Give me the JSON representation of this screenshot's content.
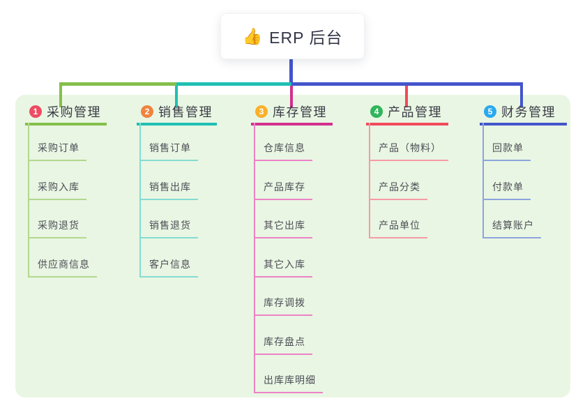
{
  "root": {
    "icon_glyph": "👍",
    "title": "ERP 后台"
  },
  "connector": {
    "trunk_color": "#4355cb"
  },
  "panel_color": "#e9f6e3",
  "branches": [
    {
      "badge": "1",
      "label": "采购管理",
      "badge_color": "#ee4c63",
      "line_color": "#85bf4b",
      "child_line_color": "#b2d88d",
      "children": [
        "采购订单",
        "采购入库",
        "采购退货",
        "供应商信息"
      ]
    },
    {
      "badge": "2",
      "label": "销售管理",
      "badge_color": "#f0833f",
      "line_color": "#1fbfb2",
      "child_line_color": "#84dcd2",
      "children": [
        "销售订单",
        "销售出库",
        "销售退货",
        "客户信息"
      ]
    },
    {
      "badge": "3",
      "label": "库存管理",
      "badge_color": "#f9b02a",
      "line_color": "#d2308e",
      "child_line_color": "#ec82c6",
      "children": [
        "仓库信息",
        "产品库存",
        "其它出库",
        "其它入库",
        "库存调拨",
        "库存盘点",
        "出库库明细"
      ]
    },
    {
      "badge": "4",
      "label": "产品管理",
      "badge_color": "#31b55c",
      "line_color": "#f2495c",
      "child_line_color": "#f79aa4",
      "children": [
        "产品（物料）",
        "产品分类",
        "产品单位"
      ]
    },
    {
      "badge": "5",
      "label": "财务管理",
      "badge_color": "#2ba9ee",
      "line_color": "#4355cb",
      "child_line_color": "#8da4dd",
      "children": [
        "回款单",
        "付款单",
        "结算账户"
      ]
    }
  ]
}
